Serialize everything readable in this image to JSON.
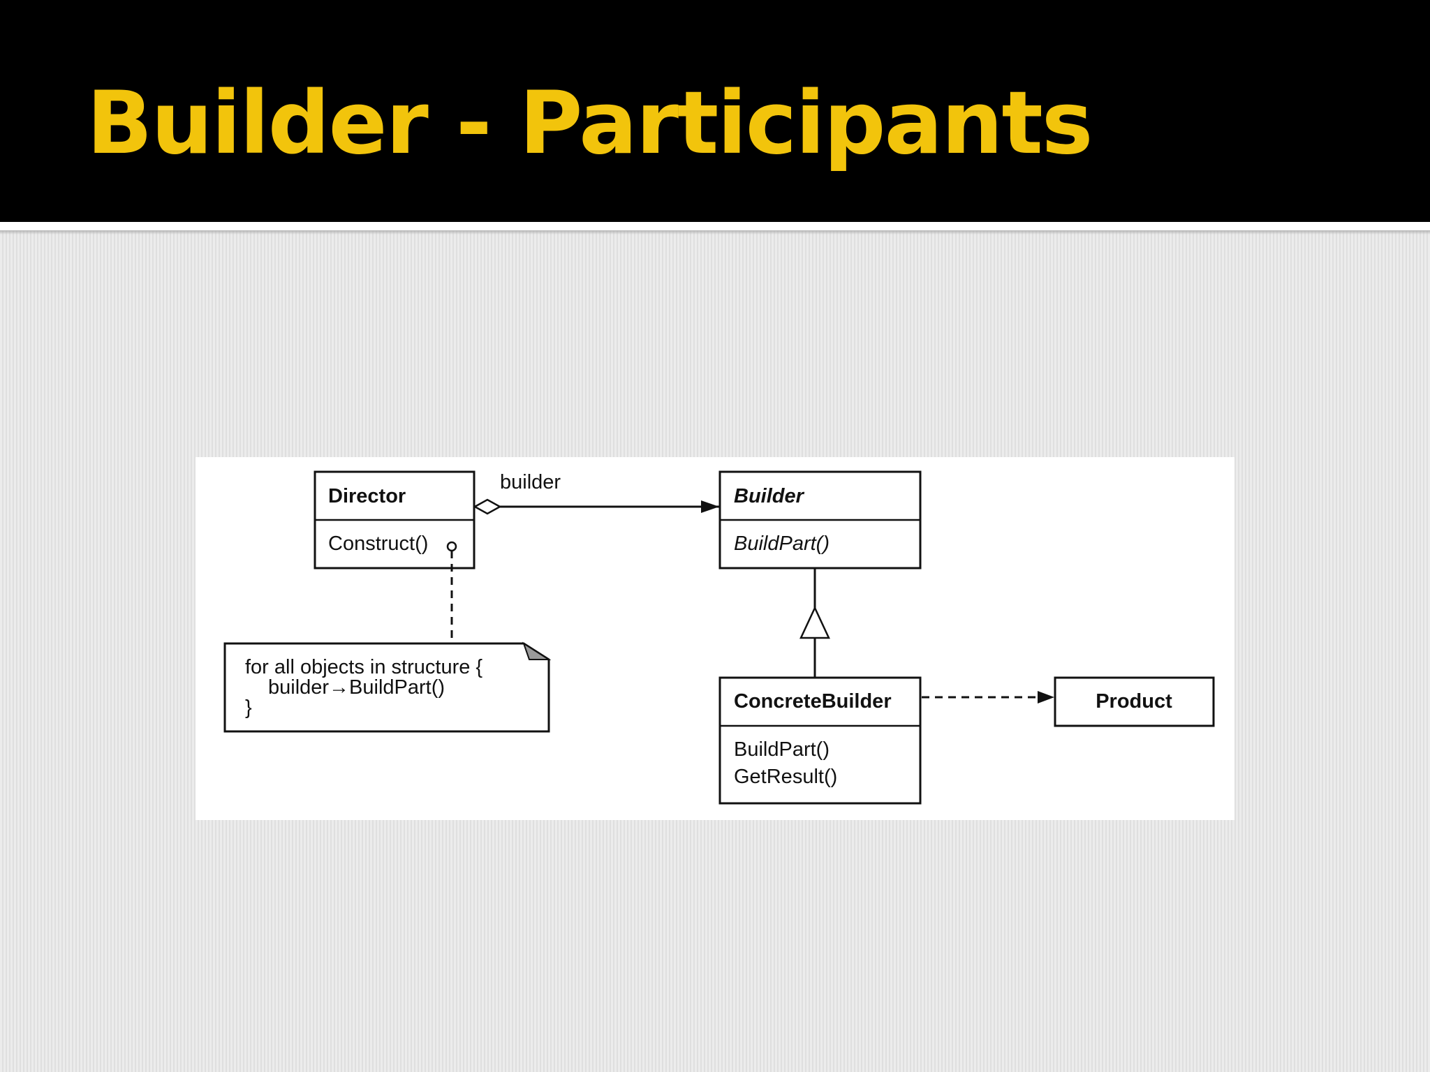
{
  "slide": {
    "title": "Builder - Participants"
  },
  "diagram": {
    "director": {
      "name": "Director",
      "operation": "Construct()"
    },
    "association_label": "builder",
    "builder": {
      "name": "Builder",
      "operation": "BuildPart()"
    },
    "concrete_builder": {
      "name": "ConcreteBuilder",
      "operations": [
        "BuildPart()",
        "GetResult()"
      ]
    },
    "product": {
      "name": "Product"
    },
    "note": {
      "lines": [
        "for all objects in structure {",
        "builder→BuildPart()",
        "}"
      ]
    }
  }
}
